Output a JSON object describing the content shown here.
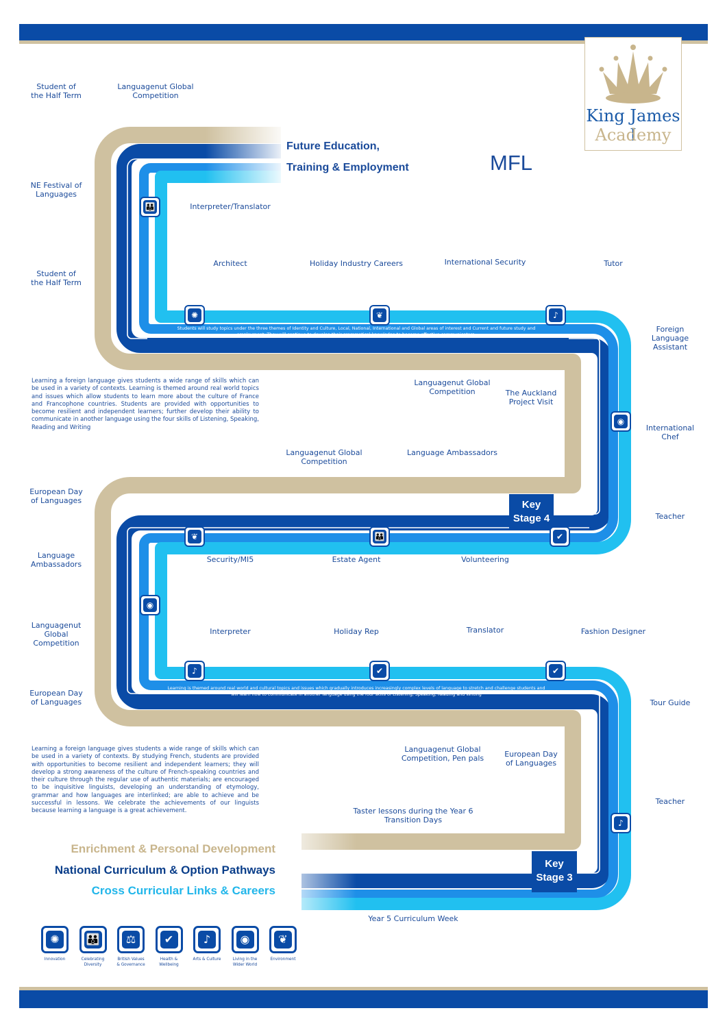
{
  "title": "MFL",
  "header": {
    "future_line1": "Future Education,",
    "future_line2": "Training & Employment"
  },
  "logo": {
    "line1": "King James I",
    "line2": "Academy"
  },
  "careers": {
    "interpreter_translator": "Interpreter/Translator",
    "architect": "Architect",
    "holiday_industry": "Holiday Industry Careers",
    "international_security": "International Security",
    "tutor": "Tutor",
    "foreign_language_assistant": "Foreign\nLanguage\nAssistant",
    "international_chef": "International\nChef",
    "teacher_ks4": "Teacher",
    "security_mi5": "Security/MI5",
    "estate_agent": "Estate Agent",
    "volunteering": "Volunteering",
    "interpreter": "Interpreter",
    "holiday_rep": "Holiday Rep",
    "translator": "Translator",
    "fashion_designer": "Fashion Designer",
    "tour_guide": "Tour Guide",
    "teacher_ks3": "Teacher"
  },
  "enrichment": {
    "student_half_term_1": "Student of\nthe Half Term",
    "languagenut_top": "Languagenut Global\nCompetition",
    "ne_festival": "NE Festival of\nLanguages",
    "student_half_term_2": "Student of\nthe Half Term",
    "languagenut_ks4a": "Languagenut Global\nCompetition",
    "auckland": "The Auckland\nProject Visit",
    "languagenut_ks4b": "Languagenut Global\nCompetition",
    "language_ambassadors_ks4": "Language Ambassadors",
    "european_day_1": "European Day\nof Languages",
    "language_ambassadors_left": "Language\nAmbassadors",
    "languagenut_left": "Languagenut\nGlobal\nCompetition",
    "european_day_2": "European Day\nof Languages",
    "languagenut_penpals": "Languagenut Global\nCompetition, Pen pals",
    "european_day_3": "European Day\nof Languages",
    "taster": "Taster lessons during the Year 6\nTransition Days",
    "year5": "Year 5 Curriculum Week"
  },
  "ks4": {
    "label_line1": "Key",
    "label_line2": "Stage 4",
    "description": "Students will study topics under the three themes of Identity and Culture, Local, National, International and Global areas of interest and Current and future study and employment. They will continue to develop their grammatical knowledge to become effective communicators.",
    "paragraph": "Learning a foreign language gives students a wide range of skills which can be used in a variety of contexts. Learning is themed around real world topics and issues which allow students to learn more about the culture of France and Francophone countries. Students are provided with opportunities to become resilient and independent learners; further develop their ability to communicate in another language using the four skills of Listening, Speaking, Reading and Writing"
  },
  "ks3": {
    "label_line1": "Key",
    "label_line2": "Stage 3",
    "description": "Learning is themed around real world and cultural topics and issues which gradually introduces increasingly complex levels of language to stretch and challenge students and will learn how to communicate in another language using the four skills of Listening, Speaking, Reading and Writing",
    "paragraph": "Learning a foreign language gives students a wide range of skills which can be used in a variety of contexts. By studying French, students are provided with opportunities to become resilient and independent learners; they will develop a strong awareness of the culture of French-speaking countries and their culture through the regular use of authentic materials; are encouraged to be inquisitive linguists, developing an understanding of etymology, grammar and how languages are interlinked; are able to achieve and be successful in lessons. We celebrate the achievements of our linguists because learning a language is a great achievement."
  },
  "strands": {
    "enrichment": "Enrichment & Personal Development",
    "national": "National Curriculum & Option Pathways",
    "cross": "Cross Curricular Links & Careers"
  },
  "legend": [
    {
      "icon": "innovation-icon",
      "glyph": "✺",
      "label": "Innovation"
    },
    {
      "icon": "celebrating-diversity-icon",
      "glyph": "👪",
      "label": "Celebrating\nDiversity"
    },
    {
      "icon": "british-values-icon",
      "glyph": "⚖",
      "label": "British Values\n& Governance"
    },
    {
      "icon": "health-wellbeing-icon",
      "glyph": "✔",
      "label": "Health &\nWellbeing"
    },
    {
      "icon": "arts-culture-icon",
      "glyph": "♪",
      "label": "Arts & Culture"
    },
    {
      "icon": "wider-world-icon",
      "glyph": "◉",
      "label": "Living in the\nWider World"
    },
    {
      "icon": "environment-icon",
      "glyph": "❦",
      "label": "Environment"
    }
  ],
  "colors": {
    "gold": "#cfc1a0",
    "dark_blue": "#0a4ba6",
    "mid_blue": "#1e8fe8",
    "light_blue": "#21c0f0",
    "text_blue": "#1a4a9a"
  }
}
